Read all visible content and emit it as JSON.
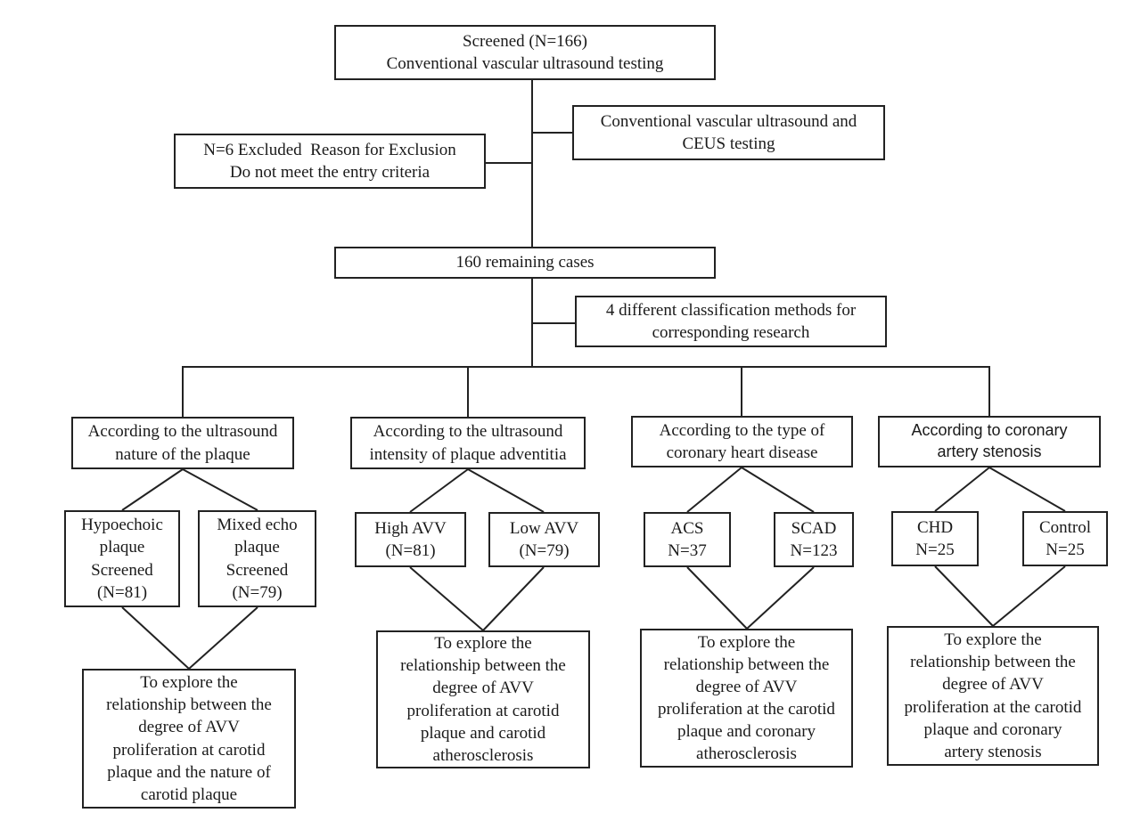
{
  "diagram": {
    "title": "Study screening and classification flowchart",
    "colors": {
      "line": "#222222",
      "background": "#ffffff"
    },
    "nodes": {
      "screened": "Screened (N=166)\nConventional vascular ultrasound testing",
      "ceus": "Conventional vascular ultrasound and\nCEUS testing",
      "excluded": "N=6 Excluded  Reason for Exclusion\nDo not meet the entry criteria",
      "remaining": "160 remaining cases",
      "methods": "4 different classification methods for\ncorresponding research"
    },
    "branches": [
      {
        "header": "According to the ultrasound\nnature of the plaque",
        "left": "Hypoechoic\nplaque\nScreened\n(N=81)",
        "right": "Mixed echo\nplaque\nScreened\n(N=79)",
        "outcome": "To explore the\nrelationship between the\ndegree of AVV\nproliferation at carotid\nplaque and the nature of\ncarotid plaque"
      },
      {
        "header": "According to the ultrasound\nintensity of plaque adventitia",
        "left": "High AVV\n(N=81)",
        "right": "Low AVV\n(N=79)",
        "outcome": "To explore the\nrelationship between the\ndegree of AVV\nproliferation at carotid\nplaque and carotid\natherosclerosis"
      },
      {
        "header": "According to the type of\ncoronary heart disease",
        "left": "ACS\nN=37",
        "right": "SCAD\nN=123",
        "outcome": "To explore the\nrelationship between the\ndegree of AVV\nproliferation at the carotid\nplaque and coronary\natherosclerosis"
      },
      {
        "header": "According to coronary\nartery stenosis",
        "left": "CHD\nN=25",
        "right": "Control\nN=25",
        "outcome": "To explore the\nrelationship between the\ndegree of AVV\nproliferation at the carotid\nplaque and coronary\nartery stenosis"
      }
    ]
  }
}
